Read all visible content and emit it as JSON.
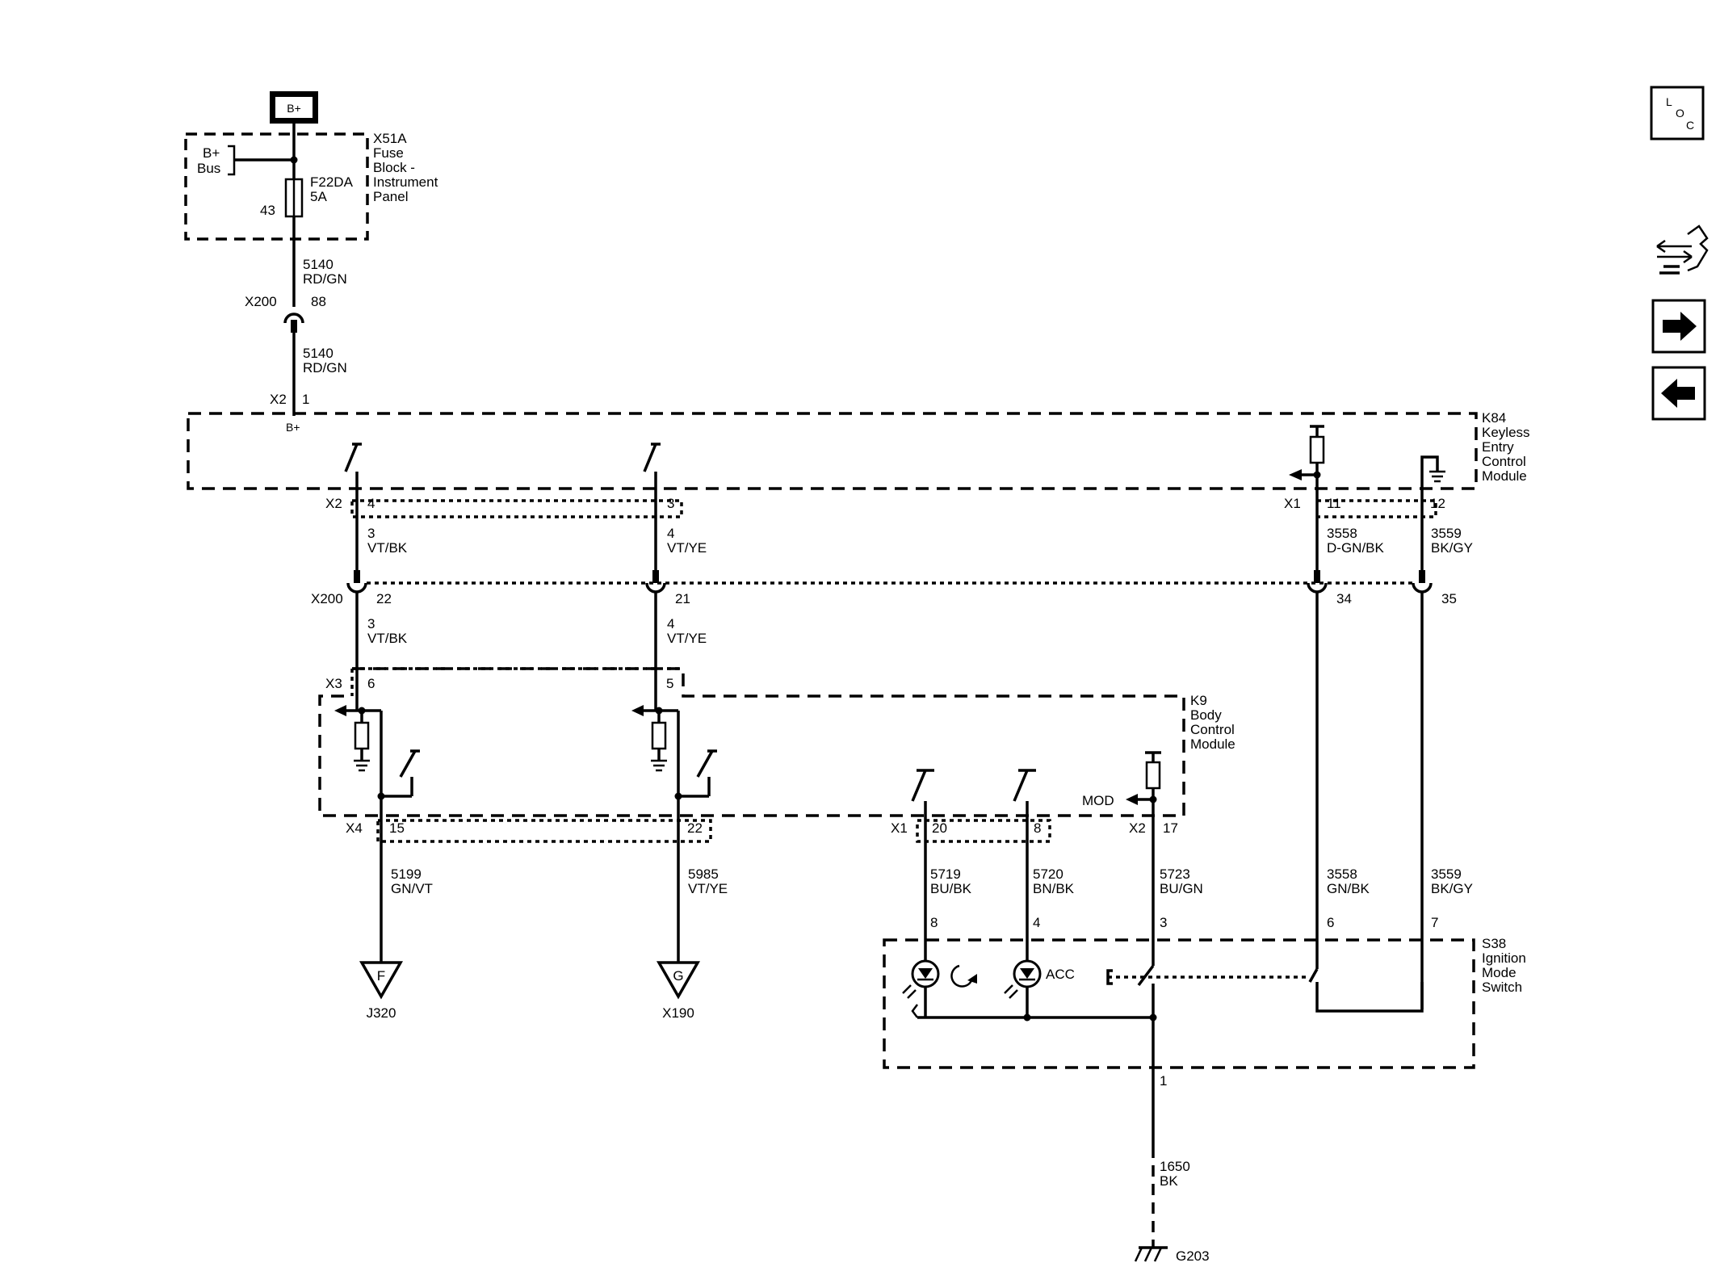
{
  "battery": {
    "label": "B+"
  },
  "fuse_block": {
    "id": "X51A",
    "name_lines": [
      "Fuse",
      "Block -",
      "Instrument",
      "Panel"
    ],
    "bus_lines": [
      "B+",
      "Bus"
    ],
    "fuse_id": "F22DA",
    "fuse_rating": "5A",
    "fuse_pin": "43"
  },
  "wires": {
    "w5140_upper": {
      "circuit": "5140",
      "color": "RD/GN"
    },
    "w5140_lower": {
      "circuit": "5140",
      "color": "RD/GN"
    },
    "w3_upper": {
      "circuit": "3",
      "color": "VT/BK"
    },
    "w4_upper": {
      "circuit": "4",
      "color": "VT/YE"
    },
    "w3558_upper": {
      "circuit": "3558",
      "color": "D-GN/BK"
    },
    "w3559_upper": {
      "circuit": "3559",
      "color": "BK/GY"
    },
    "w3_lower": {
      "circuit": "3",
      "color": "VT/BK"
    },
    "w4_lower": {
      "circuit": "4",
      "color": "VT/YE"
    },
    "w5199": {
      "circuit": "5199",
      "color": "GN/VT"
    },
    "w5985": {
      "circuit": "5985",
      "color": "VT/YE"
    },
    "w5719": {
      "circuit": "5719",
      "color": "BU/BK"
    },
    "w5720": {
      "circuit": "5720",
      "color": "BN/BK"
    },
    "w5723": {
      "circuit": "5723",
      "color": "BU/GN"
    },
    "w3558_lower": {
      "circuit": "3558",
      "color": "GN/BK"
    },
    "w3559_lower": {
      "circuit": "3559",
      "color": "BK/GY"
    },
    "w1650": {
      "circuit": "1650",
      "color": "BK"
    }
  },
  "connectors": {
    "x200_top": {
      "id": "X200",
      "pin": "88"
    },
    "k84_x2_b": {
      "id": "X2",
      "pin": "1",
      "note": "B+"
    },
    "k84_x2_4": {
      "id": "X2",
      "pin": "4"
    },
    "k84_x2_3": {
      "pin": "3"
    },
    "k84_x1_11": {
      "id": "X1",
      "pin": "11"
    },
    "k84_x1_12": {
      "pin": "12"
    },
    "x200_mid": {
      "id": "X200",
      "pin_22": "22",
      "pin_21": "21",
      "pin_34": "34",
      "pin_35": "35"
    },
    "k9_x3": {
      "id": "X3",
      "pin_6": "6",
      "pin_5": "5"
    },
    "k9_x4": {
      "id": "X4",
      "pin_15": "15",
      "pin_22": "22"
    },
    "k9_x1": {
      "id": "X1",
      "pin_20": "20",
      "pin_8": "8"
    },
    "k9_x2": {
      "id": "X2",
      "pin_17": "17"
    },
    "s38_pins": {
      "p8": "8",
      "p4": "4",
      "p3": "3",
      "p6": "6",
      "p7": "7",
      "p1": "1"
    }
  },
  "modules": {
    "k84": {
      "id": "K84",
      "name_lines": [
        "Keyless",
        "Entry",
        "Control",
        "Module"
      ]
    },
    "k9": {
      "id": "K9",
      "name_lines": [
        "Body",
        "Control",
        "Module"
      ],
      "mod_label": "MOD"
    },
    "s38": {
      "id": "S38",
      "name_lines": [
        "Ignition",
        "Mode",
        "Switch"
      ],
      "acc_label": "ACC"
    }
  },
  "references": {
    "f": {
      "letter": "F",
      "label": "J320"
    },
    "g": {
      "letter": "G",
      "label": "X190"
    },
    "ground": {
      "label": "G203"
    }
  },
  "nav": {
    "loc_letters": [
      "L",
      "O",
      "C"
    ],
    "icons": [
      "connector-view-icon",
      "next-page-arrow-icon",
      "previous-page-arrow-icon"
    ]
  }
}
